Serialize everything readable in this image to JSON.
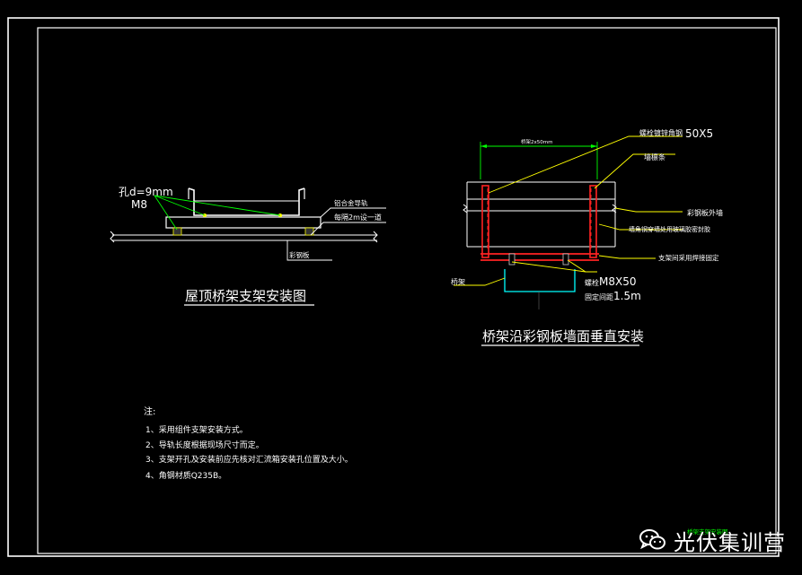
{
  "roof_detail": {
    "hole_label": "孔d=9mm",
    "bolt_label": "M8",
    "rail_label": "铝合金导轨",
    "spacing_label": "每隔2m设一道",
    "plate_label": "彩钢板",
    "title": "屋顶桥架支架安装图"
  },
  "wall_detail": {
    "width_label": "桥架2x50mm",
    "angle_label": "螺栓镀锌角钢",
    "angle_size": "50X5",
    "purlin_label": "墙檩条",
    "wall_label": "彩钢板外墙",
    "seal_label": "墙角钢穿墙处用玻璃胶密封胶",
    "weld_label": "支架间采用焊接固定",
    "tray_label": "桥架",
    "bolt_label": "螺栓",
    "bolt_size": "M8X50",
    "spacing_label": "固定间距",
    "spacing_value": "1.5m",
    "title": "桥架沿彩钢板墙面垂直安装"
  },
  "notes": {
    "heading": "注:",
    "items": [
      "1、采用组件支架安装方式。",
      "2、导轨长度根据现场尺寸而定。",
      "3、支架开孔及安装前应先核对汇流箱安装孔位置及大小。",
      "4、角钢材质Q235B。"
    ]
  },
  "stamp_label": "桥架支架安装图",
  "brand": {
    "name": "光伏集训营",
    "icon": "wechat-icon"
  },
  "colors": {
    "background": "#000000",
    "frame": "#ffffff",
    "steel": "#ff2020",
    "leader": "#ffff00",
    "dimension": "#00ff00",
    "tray": "#00ffff"
  }
}
